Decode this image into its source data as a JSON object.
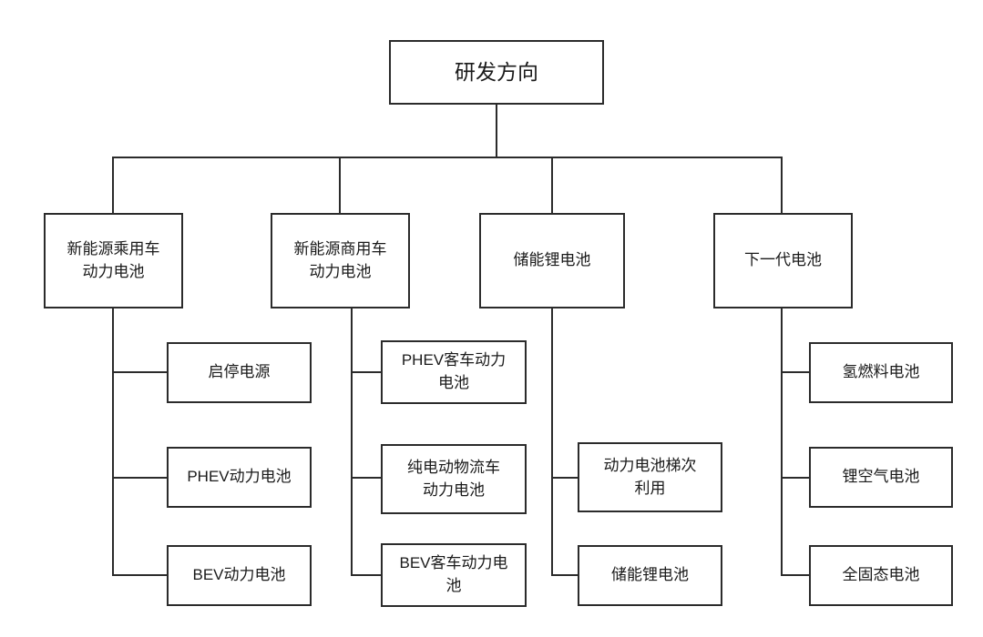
{
  "diagram": {
    "title_text": "研发方向",
    "type": "organization-tree",
    "colors": {
      "background": "#ffffff",
      "node_fill": "#ffffff",
      "node_border": "#2b2b2b",
      "connector": "#2b2b2b",
      "text": "#1a1a1a"
    },
    "root": {
      "label": "研发方向"
    },
    "branches": [
      {
        "label": "新能源乘用车\n动力电池",
        "children": [
          {
            "label": "启停电源"
          },
          {
            "label": "PHEV动力电池"
          },
          {
            "label": "BEV动力电池"
          }
        ]
      },
      {
        "label": "新能源商用车\n动力电池",
        "children": [
          {
            "label": "PHEV客车动力\n电池"
          },
          {
            "label": "纯电动物流车\n动力电池"
          },
          {
            "label": "BEV客车动力电\n池"
          }
        ]
      },
      {
        "label": "储能锂电池",
        "children": [
          {
            "label": "动力电池梯次\n利用"
          },
          {
            "label": "储能锂电池"
          }
        ]
      },
      {
        "label": "下一代电池",
        "children": [
          {
            "label": "氢燃料电池"
          },
          {
            "label": "锂空气电池"
          },
          {
            "label": "全固态电池"
          }
        ]
      }
    ]
  }
}
